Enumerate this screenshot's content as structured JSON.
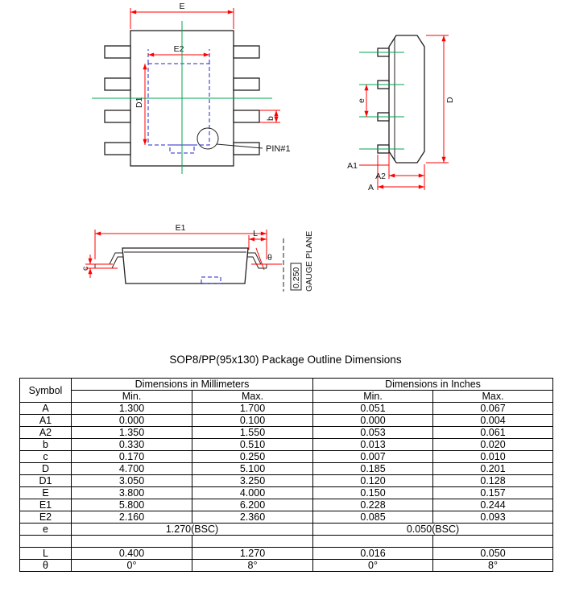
{
  "title": "SOP8/PP(95x130) Package Outline Dimensions",
  "colors": {
    "red": "#ff0000",
    "green": "#00a651",
    "blue": "#2323cc",
    "blk": "#231f20"
  },
  "drawing": {
    "top_view": {
      "dim_E": "E",
      "dim_E2": "E2",
      "dim_D1": "D1",
      "dim_b": "b",
      "pin1_label": "PIN#1"
    },
    "side_view": {
      "dim_D": "D",
      "dim_e": "e",
      "dim_A1": "A1",
      "dim_A2": "A2",
      "dim_A": "A"
    },
    "front_view": {
      "dim_E1": "E1",
      "dim_L": "L",
      "dim_c": "c",
      "dim_theta": "θ",
      "gauge_value": "0.250",
      "gauge_plane": "GAUGE PLANE"
    }
  },
  "table": {
    "header": {
      "symbol": "Symbol",
      "mm_group": "Dimensions in Millimeters",
      "inch_group": "Dimensions in Inches",
      "min": "Min.",
      "max": "Max."
    },
    "rows": [
      {
        "symbol": "A",
        "mm_min": "1.300",
        "mm_max": "1.700",
        "in_min": "0.051",
        "in_max": "0.067"
      },
      {
        "symbol": "A1",
        "mm_min": "0.000",
        "mm_max": "0.100",
        "in_min": "0.000",
        "in_max": "0.004"
      },
      {
        "symbol": "A2",
        "mm_min": "1.350",
        "mm_max": "1.550",
        "in_min": "0.053",
        "in_max": "0.061"
      },
      {
        "symbol": "b",
        "mm_min": "0.330",
        "mm_max": "0.510",
        "in_min": "0.013",
        "in_max": "0.020"
      },
      {
        "symbol": "c",
        "mm_min": "0.170",
        "mm_max": "0.250",
        "in_min": "0.007",
        "in_max": "0.010"
      },
      {
        "symbol": "D",
        "mm_min": "4.700",
        "mm_max": "5.100",
        "in_min": "0.185",
        "in_max": "0.201"
      },
      {
        "symbol": "D1",
        "mm_min": "3.050",
        "mm_max": "3.250",
        "in_min": "0.120",
        "in_max": "0.128"
      },
      {
        "symbol": "E",
        "mm_min": "3.800",
        "mm_max": "4.000",
        "in_min": "0.150",
        "in_max": "0.157"
      },
      {
        "symbol": "E1",
        "mm_min": "5.800",
        "mm_max": "6.200",
        "in_min": "0.228",
        "in_max": "0.244"
      },
      {
        "symbol": "E2",
        "mm_min": "2.160",
        "mm_max": "2.360",
        "in_min": "0.085",
        "in_max": "0.093"
      }
    ],
    "e_row": {
      "symbol": "e",
      "mm": "1.270(BSC)",
      "inch": "0.050(BSC)"
    },
    "bottom_rows": [
      {
        "symbol": "L",
        "mm_min": "0.400",
        "mm_max": "1.270",
        "in_min": "0.016",
        "in_max": "0.050"
      },
      {
        "symbol": "θ",
        "mm_min": "0°",
        "mm_max": "8°",
        "in_min": "0°",
        "in_max": "8°"
      }
    ]
  }
}
